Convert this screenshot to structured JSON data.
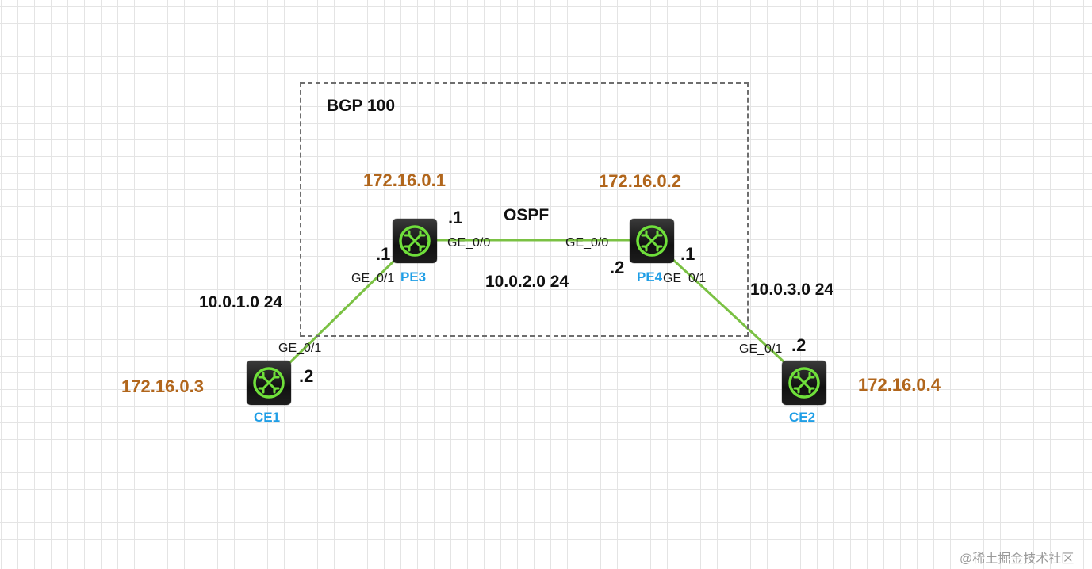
{
  "title": "BGP 100",
  "protocol": "OSPF",
  "colors": {
    "link": "#7ac143",
    "router_icon": "#6fe03a",
    "node_label": "#1f9ee6",
    "ip_label": "#b1661c",
    "box_border": "#6e6e6e"
  },
  "nodes": {
    "pe3": {
      "name": "PE3",
      "ip": "172.16.0.1",
      "icon": "router-icon"
    },
    "pe4": {
      "name": "PE4",
      "ip": "172.16.0.2",
      "icon": "router-icon"
    },
    "ce1": {
      "name": "CE1",
      "ip": "172.16.0.3",
      "icon": "router-icon"
    },
    "ce2": {
      "name": "CE2",
      "ip": "172.16.0.4",
      "icon": "router-icon"
    }
  },
  "links": [
    {
      "id": "pe3-pe4",
      "subnet": "10.0.2.0 24",
      "a_if": "GE_0/0",
      "a_host": ".1",
      "b_if": "GE_0/0",
      "b_host": ".2"
    },
    {
      "id": "ce1-pe3",
      "subnet": "10.0.1.0 24",
      "a_if": "GE_0/1",
      "a_host": ".2",
      "b_if": "GE_0/1",
      "b_host": ".1"
    },
    {
      "id": "pe4-ce2",
      "subnet": "10.0.3.0 24",
      "a_if": "GE_0/1",
      "a_host": ".1",
      "b_if": "GE_0/1",
      "b_host": ".2"
    }
  ],
  "watermark": "@稀土掘金技术社区"
}
